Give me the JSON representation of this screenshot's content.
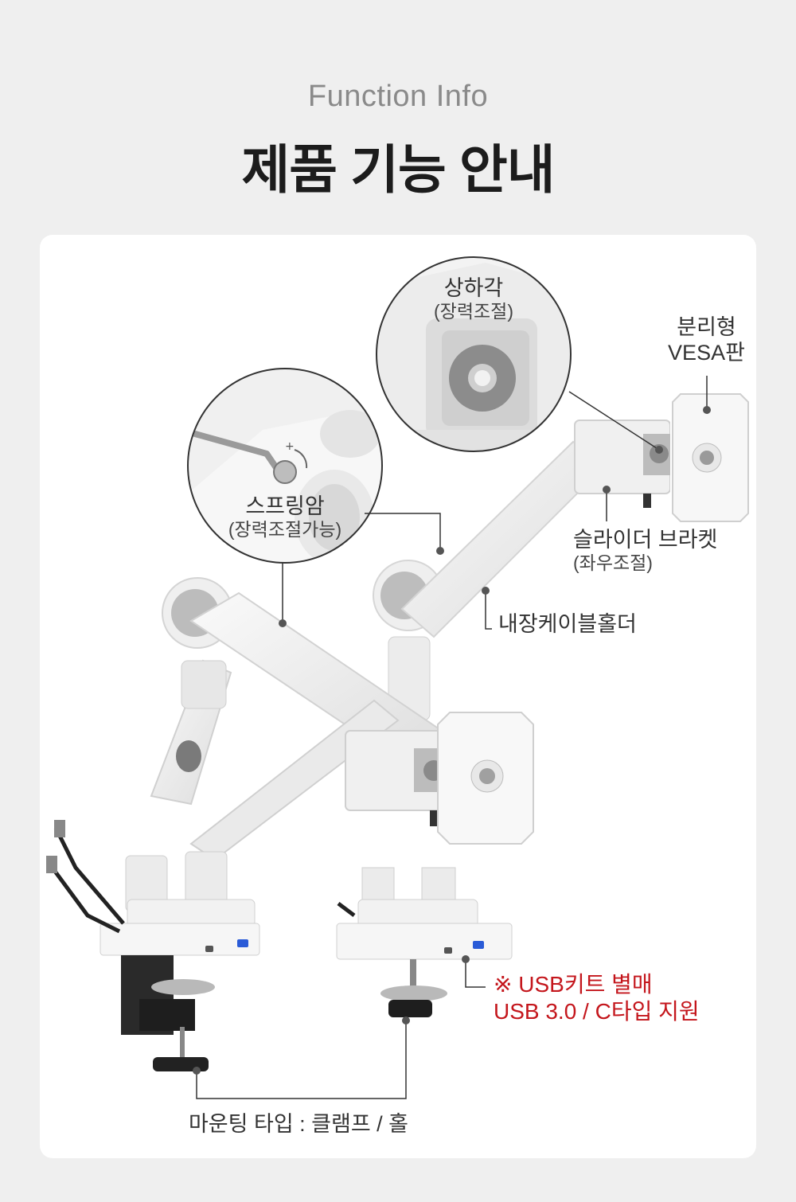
{
  "header": {
    "subtitle": "Function Info",
    "title": "제품 기능 안내"
  },
  "callouts": {
    "tilt": {
      "title": "상하각",
      "sub": "(장력조절)"
    },
    "vesa": {
      "line1": "분리형",
      "line2": "VESA판"
    },
    "spring": {
      "title": "스프링암",
      "sub": "(장력조절가능)"
    },
    "slider": {
      "title": "슬라이더 브라켓",
      "sub": "(좌우조절)"
    },
    "cable": {
      "title": "내장케이블홀더"
    },
    "usb": {
      "line1": "※ USB키트 별매",
      "line2": "USB 3.0 / C타입 지원"
    },
    "mount": {
      "title": "마운팅 타입 : 클램프 / 홀"
    }
  },
  "colors": {
    "background": "#efefef",
    "card": "#ffffff",
    "accent_red": "#c4161c",
    "arm_white": "#f2f2f2"
  }
}
